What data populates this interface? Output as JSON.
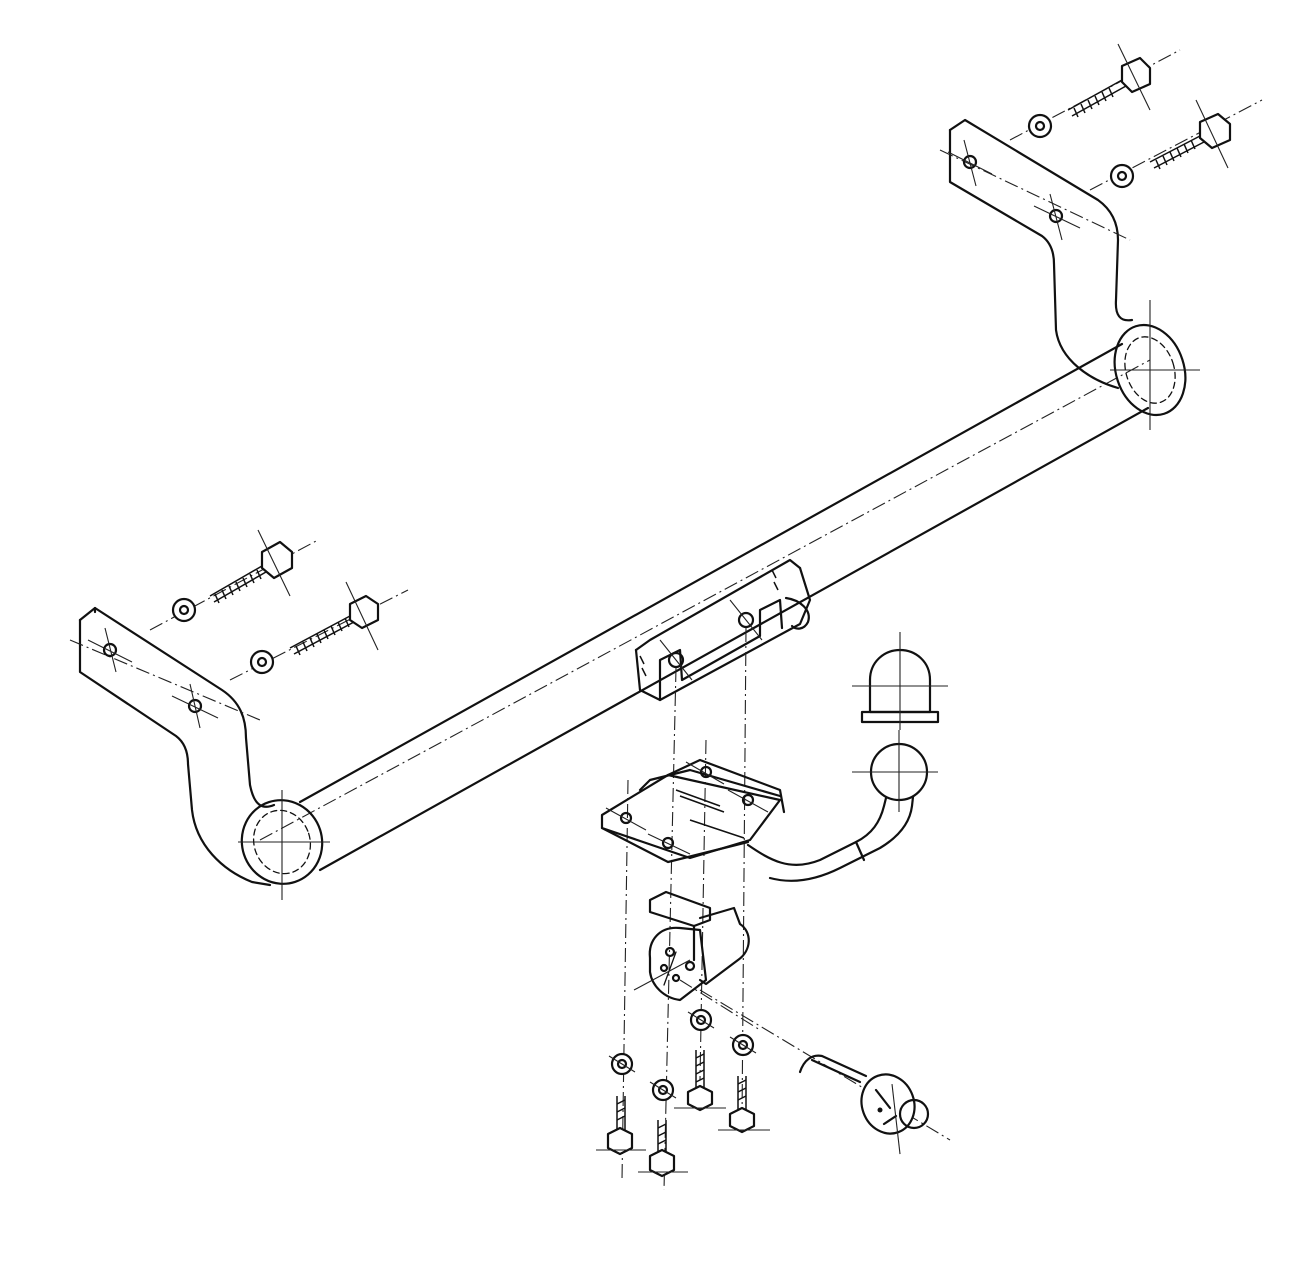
{
  "drawing": {
    "colors": {
      "line": "#111111",
      "background": "#ffffff"
    },
    "parts": [
      "crossbar-tube",
      "left-mounting-bracket",
      "right-mounting-bracket",
      "left-bolt-upper",
      "left-bolt-lower",
      "right-bolt-upper",
      "right-bolt-lower",
      "center-bracket",
      "tow-neck-plate",
      "tow-ball",
      "tow-ball-cap",
      "socket-plate",
      "electrical-socket",
      "bottom-bolts",
      "bottom-washers"
    ]
  }
}
